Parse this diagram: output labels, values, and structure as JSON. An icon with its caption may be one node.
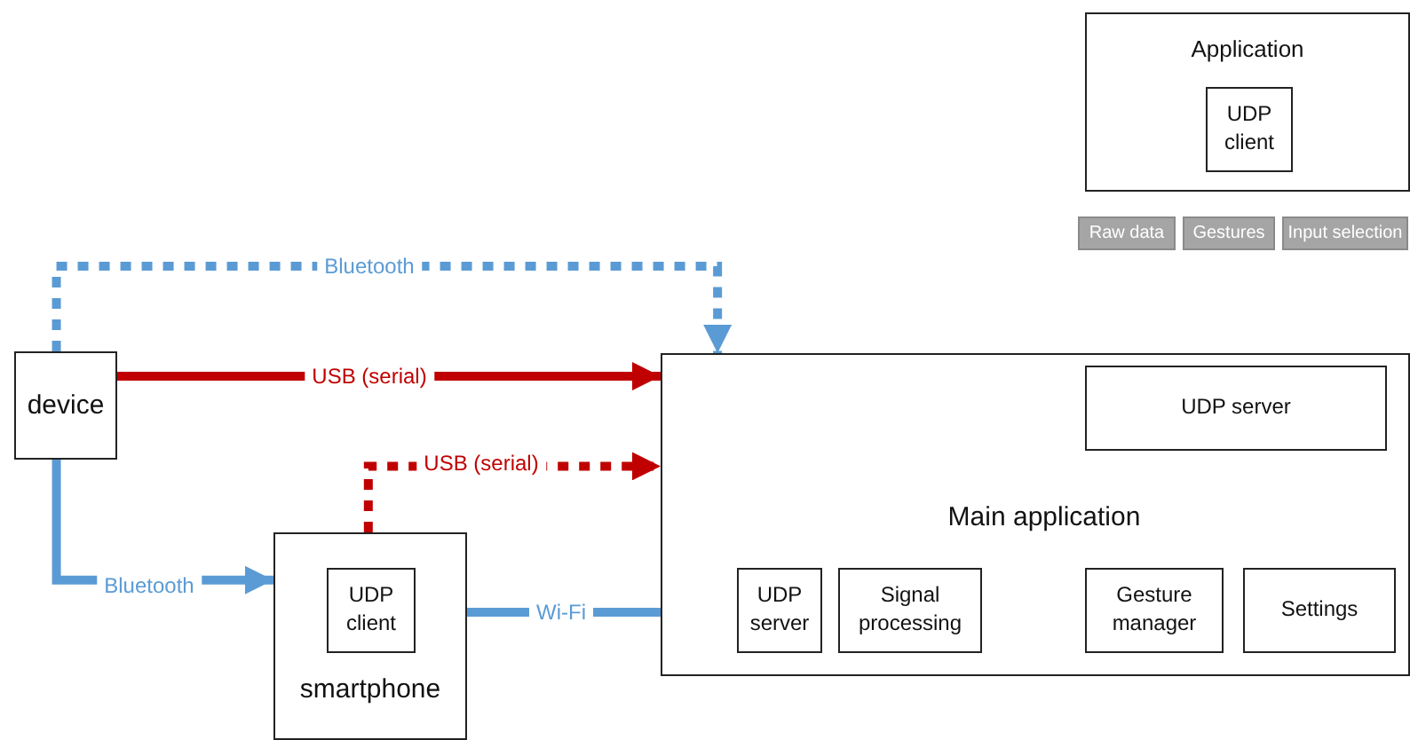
{
  "diagram": {
    "nodes": [
      {
        "text": [
          "Application"
        ]
      },
      {
        "text": [
          "UDP client"
        ],
        "in": 0
      },
      {
        "text": [
          "Raw data"
        ]
      },
      {
        "text": [
          "Gestures"
        ]
      },
      {
        "text": [
          "Input selection"
        ]
      },
      {
        "text": [
          "device"
        ]
      },
      {
        "text": [
          "Main application"
        ]
      },
      {
        "text": [
          "UDP server"
        ],
        "in": 6
      },
      {
        "text": [
          "UDP server"
        ],
        "in": 6
      },
      {
        "text": [
          "Signal processing"
        ],
        "in": 6
      },
      {
        "text": [
          "Gesture manager"
        ],
        "in": 6
      },
      {
        "text": [
          "Settings"
        ],
        "in": 6
      },
      {
        "text": [
          "smartphone"
        ]
      },
      {
        "text": [
          "UDP client"
        ],
        "in": 12
      }
    ],
    "edges": [
      {
        "from": 5,
        "to": 6,
        "arrow": "to",
        "label": "Bluetooth",
        "style": "dashed"
      },
      {
        "from": 5,
        "to": 6,
        "arrow": "to",
        "label": "USB (serial)",
        "color": "#c00000"
      },
      {
        "from": 5,
        "to": 12,
        "arrow": "to",
        "label": "Bluetooth"
      },
      {
        "from": 12,
        "to": 6,
        "arrow": "to",
        "label": "USB (serial)",
        "style": "dashed",
        "color": "#c00000"
      },
      {
        "from": 13,
        "to": 8,
        "arrow": "to",
        "label": "Wi-Fi"
      }
    ]
  }
}
